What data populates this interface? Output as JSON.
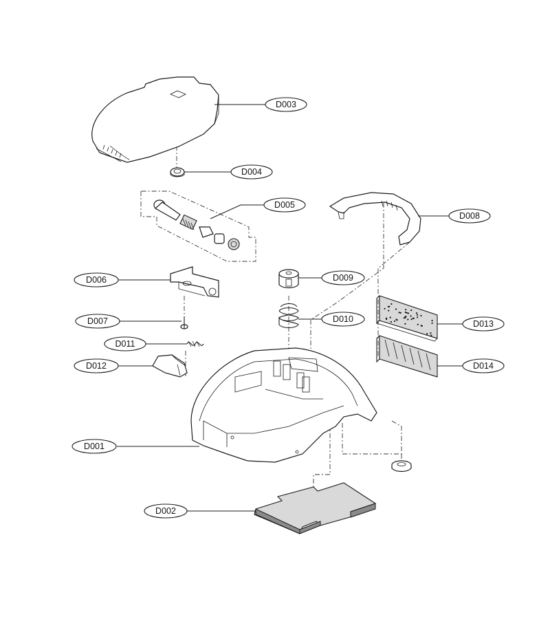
{
  "labels": {
    "d001": "D001",
    "d002": "D002",
    "d003": "D003",
    "d004": "D004",
    "d005": "D005",
    "d006": "D006",
    "d007": "D007",
    "d008": "D008",
    "d009": "D009",
    "d010": "D010",
    "d011": "D011",
    "d012": "D012",
    "d013": "D013",
    "d014": "D014"
  }
}
